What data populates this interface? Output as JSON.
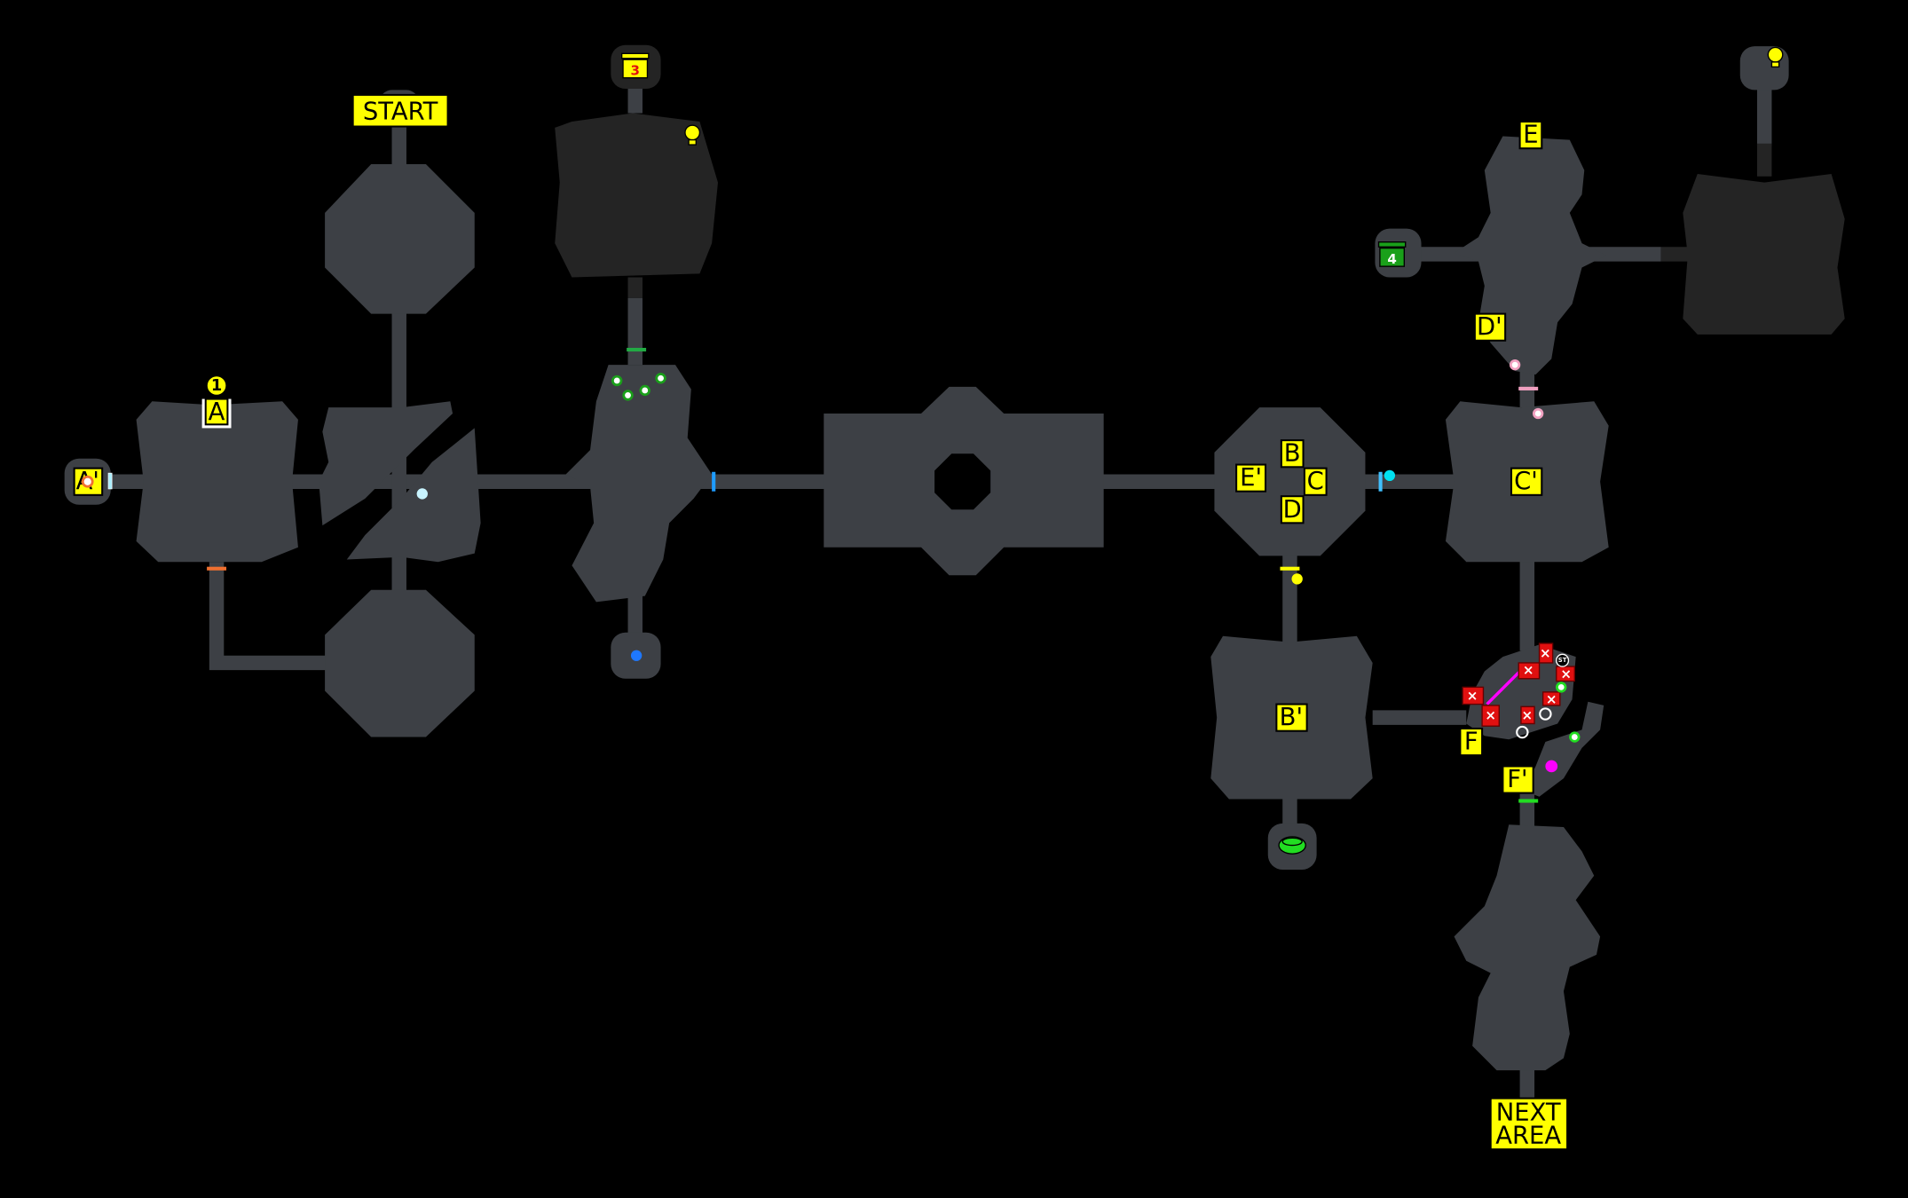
{
  "map": {
    "labels": {
      "start": "START",
      "next_area": [
        "NEXT",
        "AREA"
      ],
      "a": "A",
      "a_prime": "A'",
      "b": "B",
      "b_prime": "B'",
      "c": "C",
      "c_prime": "C'",
      "d": "D",
      "d_prime": "D'",
      "e": "E",
      "e_prime": "E'",
      "f": "F",
      "f_prime": "F'",
      "marker_1": "1",
      "chest_3": "3",
      "chest_4": "4",
      "start_marker": "ST"
    },
    "icons": [
      "lightbulb-icon",
      "chest-icon",
      "enemy-x-icon",
      "ring-icon",
      "orb-icon",
      "door-bar-icon",
      "warp-pad-icon"
    ],
    "colors": {
      "room": "#3d4045",
      "dark_room": "#242424",
      "label": "#ffff00",
      "enemy": "#e01010",
      "chest_green": "#1aa01a",
      "magenta": "#ff00ff",
      "cyan": "#00e0f0",
      "blue": "#1e78ff",
      "green": "#22dd22"
    }
  }
}
